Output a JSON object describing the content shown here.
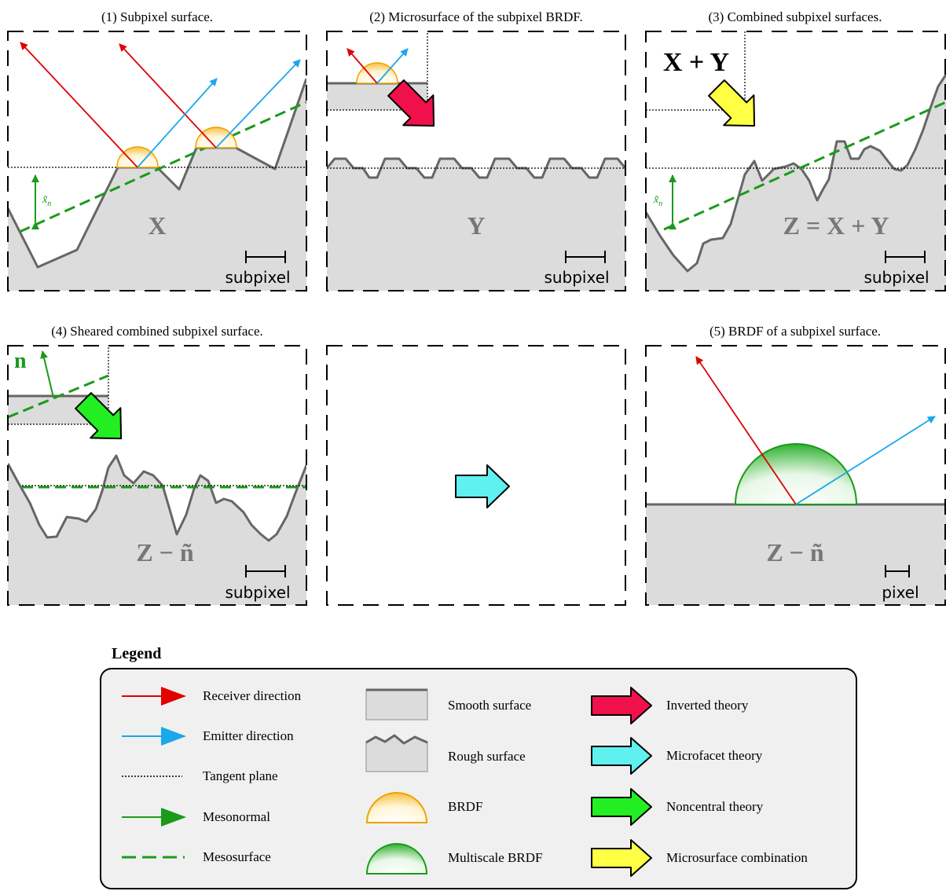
{
  "panels": {
    "p1": {
      "title": "(1) Subpixel surface.",
      "surface_label": "X",
      "scale_label": "subpixel",
      "offset_label": "x̃",
      "offset_sub": "n"
    },
    "p2": {
      "title": "(2) Microsurface of the subpixel BRDF.",
      "surface_label": "Y",
      "scale_label": "subpixel"
    },
    "p3": {
      "title": "(3) Combined subpixel surfaces.",
      "inset_label": "X + Y",
      "surface_label": "Z = X + Y",
      "scale_label": "subpixel",
      "offset_label": "x̃",
      "offset_sub": "n"
    },
    "p4": {
      "title": "(4) Sheared combined subpixel surface.",
      "inset_label": "n",
      "surface_label": "Z − ñ",
      "scale_label": "subpixel"
    },
    "p6": {
      "title": "(5) BRDF of a subpixel surface.",
      "surface_label": "Z − ñ",
      "scale_label": "pixel"
    }
  },
  "legend": {
    "title": "Legend",
    "col1": [
      "Receiver direction",
      "Emitter direction",
      "Tangent plane",
      "Mesonormal",
      "Mesosurface"
    ],
    "col2": [
      "Smooth surface",
      "Rough surface",
      "BRDF",
      "Multiscale BRDF"
    ],
    "col3": [
      "Inverted theory",
      "Microfacet theory",
      "Noncentral theory",
      "Microsurface combination"
    ]
  },
  "colors": {
    "receiver": "#e00000",
    "emitter": "#1aa7ec",
    "mesonormal": "#1a9a1a",
    "surface_fill": "#dcdcdc",
    "surface_stroke": "#666666",
    "inverted": "#f0104a",
    "microfacet": "#5ff0f0",
    "noncentral": "#22ee22",
    "combination": "#ffff44",
    "brdf": "#f0a000"
  },
  "icons": [
    "receiver-arrow-icon",
    "emitter-arrow-icon",
    "tangent-plane-icon",
    "mesonormal-arrow-icon",
    "mesosurface-icon",
    "smooth-surface-icon",
    "rough-surface-icon",
    "brdf-lobe-icon",
    "multiscale-brdf-icon",
    "inverted-theory-icon",
    "microfacet-theory-icon",
    "noncentral-theory-icon",
    "combination-icon"
  ]
}
